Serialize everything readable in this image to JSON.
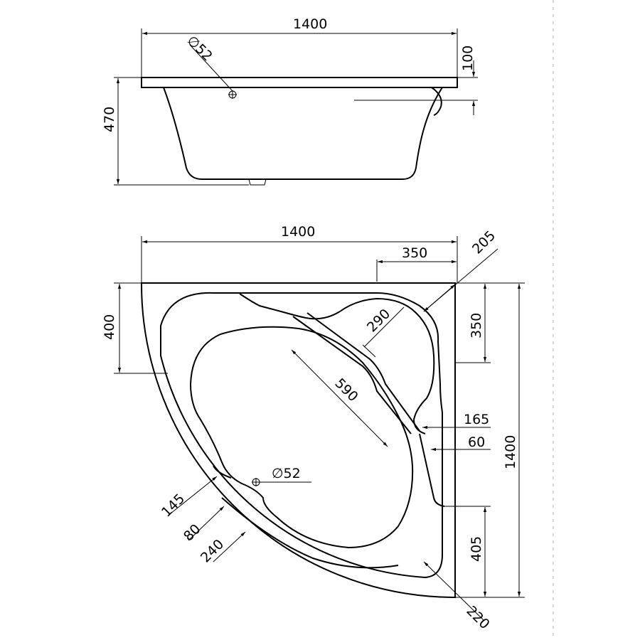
{
  "side_view": {
    "width": "1400",
    "height": "470",
    "rim": "100",
    "drain": "∅52"
  },
  "top_view": {
    "width": "1400",
    "height": "1400",
    "top_offset": "350",
    "diag_205": "205",
    "left_400": "400",
    "right_350": "350",
    "seat_290": "290",
    "inner_590": "590",
    "step_165": "165",
    "step_60": "60",
    "drain": "∅52",
    "r145": "145",
    "r80": "80",
    "r240": "240",
    "r405": "405",
    "r220": "220"
  }
}
